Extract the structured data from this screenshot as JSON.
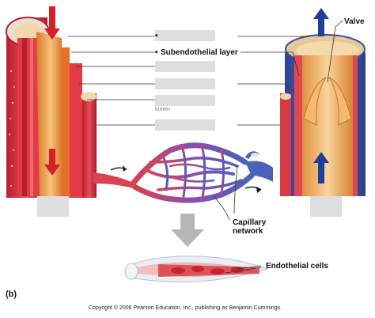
{
  "labels": {
    "valve": "Valve",
    "subendothelial": "Subendothelial layer",
    "capillary_line1": "Capillary",
    "capillary_line2": "network",
    "endothelial": "Endothelial cells",
    "bullet": "•",
    "partial_fragment": "lumen"
  },
  "panel_label": "(b)",
  "copyright": "Copyright © 2006 Pearson Education, Inc., publishing as Benjamin Cummings.",
  "colors": {
    "artery_red": "#d8323a",
    "vein_blue": "#3a4ea8",
    "endothelium_orange": "#f2a24a",
    "capillary_purple": "#8a4fb0",
    "arrow_red": "#d61f26",
    "arrow_blue": "#1f3f9a",
    "blank_box": "#dedede"
  }
}
